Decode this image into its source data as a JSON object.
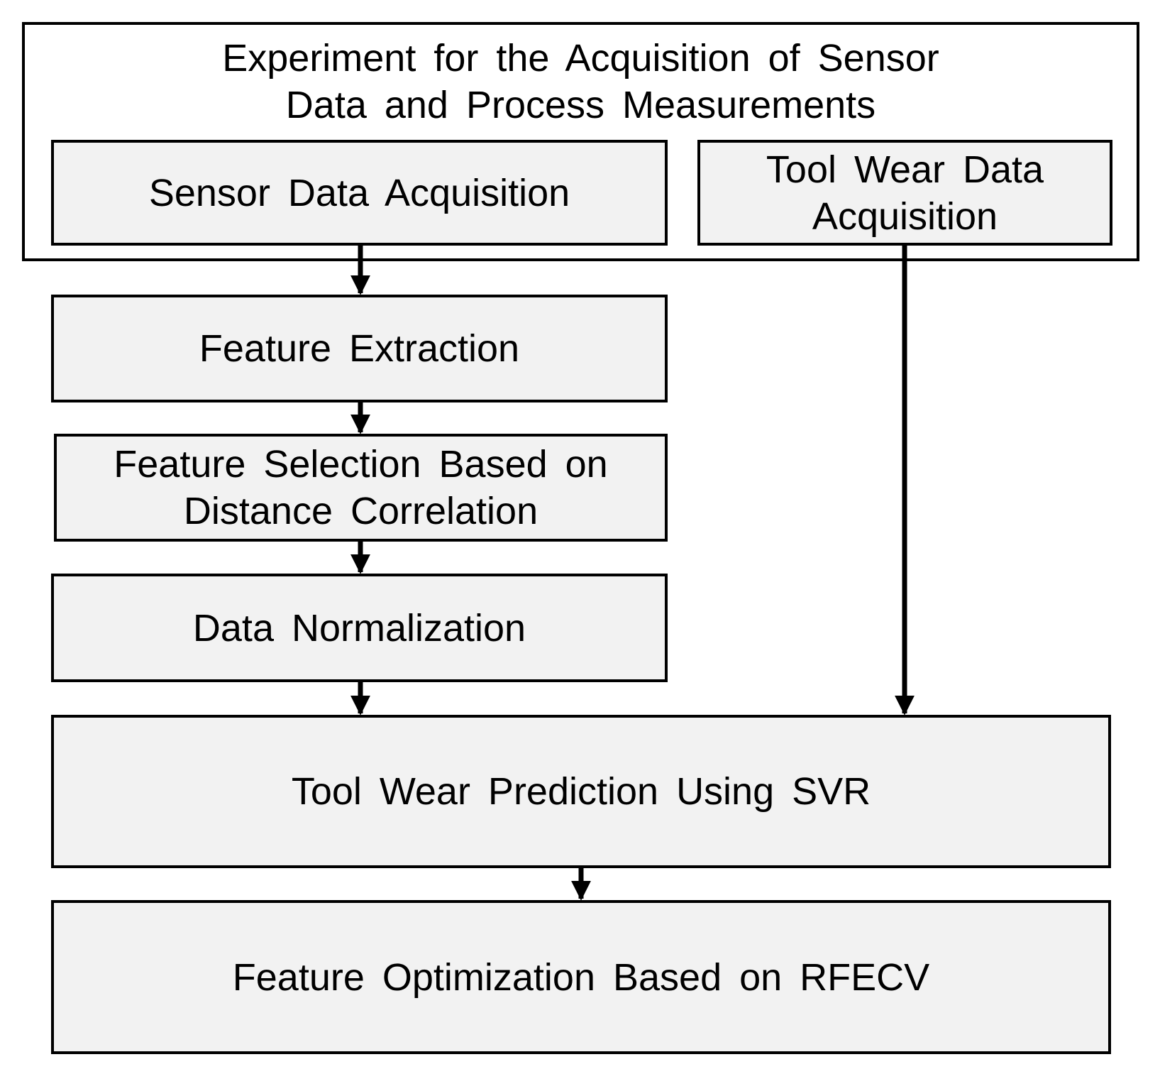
{
  "diagram": {
    "experiment_title_line1": "Experiment for the Acquisition of Sensor",
    "experiment_title_line2": "Data and Process Measurements",
    "sensor_acquisition": "Sensor Data Acquisition",
    "tool_wear_acquisition_line1": "Tool Wear Data",
    "tool_wear_acquisition_line2": "Acquisition",
    "feature_extraction": "Feature Extraction",
    "feature_selection_line1": "Feature Selection Based on",
    "feature_selection_line2": "Distance Correlation",
    "data_normalization": "Data Normalization",
    "tool_wear_prediction": "Tool Wear Prediction Using SVR",
    "feature_optimization": "Feature Optimization Based on RFECV"
  },
  "colors": {
    "box_fill": "#f2f2f2",
    "stroke": "#000000"
  }
}
